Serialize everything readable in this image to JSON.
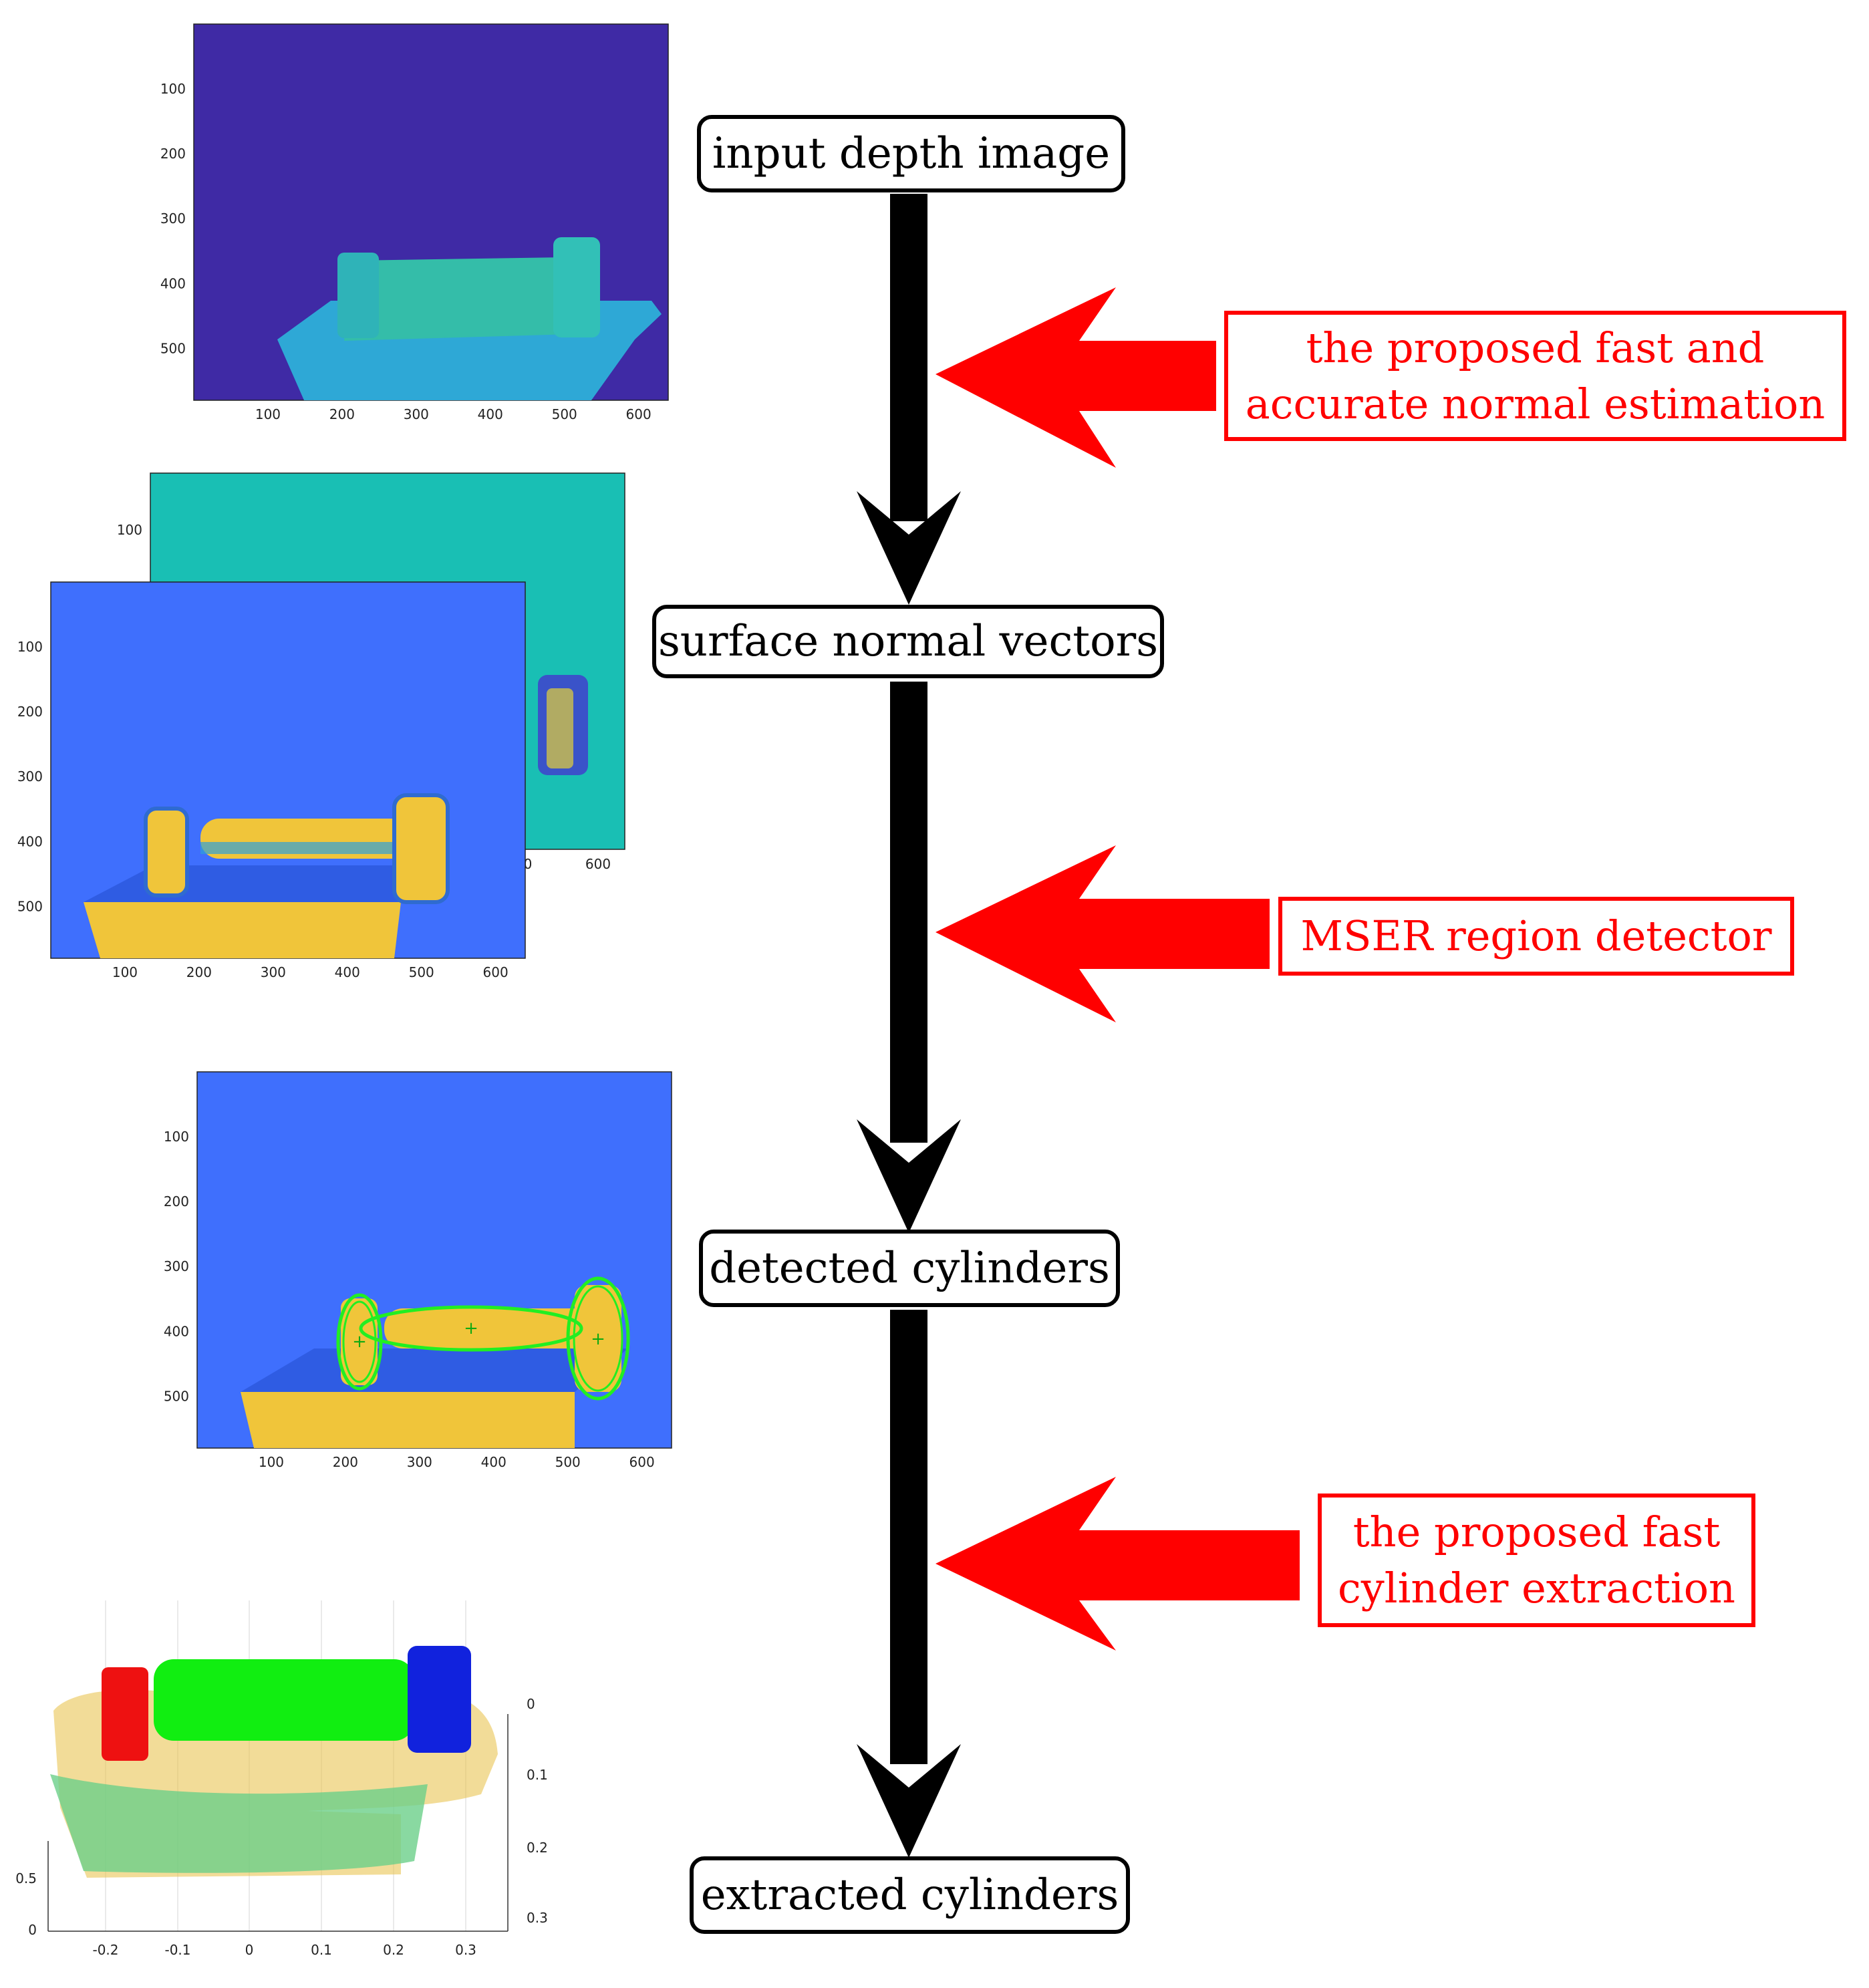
{
  "pipeline": {
    "steps": [
      "input depth image",
      "surface normal vectors",
      "detected cylinders",
      "extracted cylinders"
    ],
    "methods": [
      [
        "the proposed fast and",
        "accurate normal estimation"
      ],
      [
        "MSER region detector"
      ],
      [
        "the proposed fast",
        "cylinder extraction"
      ]
    ]
  },
  "plots": {
    "depth": {
      "yticks": [
        "100",
        "200",
        "300",
        "400",
        "500"
      ],
      "xticks": [
        "100",
        "200",
        "300",
        "400",
        "500",
        "600"
      ],
      "colors": {
        "background": "#3f2aa5",
        "object": "#2ea8d6",
        "cylinder": "#32c0b7"
      }
    },
    "normals_back": {
      "yticks": [
        "100"
      ],
      "xticks": [
        "0",
        "600"
      ],
      "colors": {
        "background": "#19bfb4"
      }
    },
    "normals_front": {
      "yticks": [
        "100",
        "200",
        "300",
        "400",
        "500"
      ],
      "xticks": [
        "100",
        "200",
        "300",
        "400",
        "500",
        "600"
      ],
      "colors": {
        "background": "#3f6ffd",
        "object": "#f0c53a"
      }
    },
    "detected": {
      "yticks": [
        "100",
        "200",
        "300",
        "400",
        "500"
      ],
      "xticks": [
        "100",
        "200",
        "300",
        "400",
        "500",
        "600"
      ],
      "colors": {
        "background": "#3f6ffd",
        "object": "#f0c53a",
        "ellipse": "#22ee22"
      }
    },
    "pointcloud": {
      "xticks": [
        "-0.2",
        "-0.1",
        "0",
        "0.1",
        "0.2",
        "0.3"
      ],
      "zticks": [
        "0",
        "0.1",
        "0.2",
        "0.3"
      ],
      "left_ticks": [
        "0.5",
        "0"
      ],
      "colors": {
        "cyl_red": "#ee1111",
        "cyl_green": "#11ee11",
        "cyl_blue": "#1122dd",
        "base": "#6ccf8a",
        "mid": "#e8c044"
      }
    }
  }
}
